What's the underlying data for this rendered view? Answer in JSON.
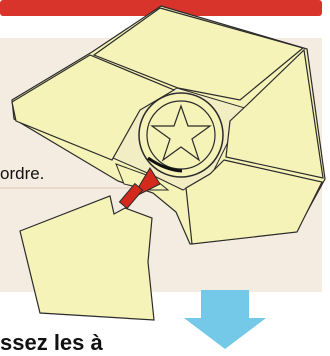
{
  "instruction": {
    "caption_fragment": "ordre.",
    "bottom_heading_fragment": "ssez les à"
  },
  "colors": {
    "red_band": "#d9342b",
    "panel_bg": "#f4ece1",
    "piece_fill": "#f5f3b7",
    "piece_stroke": "#2b2b2b",
    "arrow_red": "#d42a1e",
    "down_arrow": "#74c8e8"
  },
  "icons": {
    "pointer": "red-arrow-icon",
    "center": "star-icon",
    "next_step": "down-arrow-icon"
  },
  "diagram": {
    "pieces_on_board": 4,
    "piece_separated": 1,
    "center_emblem": "star"
  }
}
